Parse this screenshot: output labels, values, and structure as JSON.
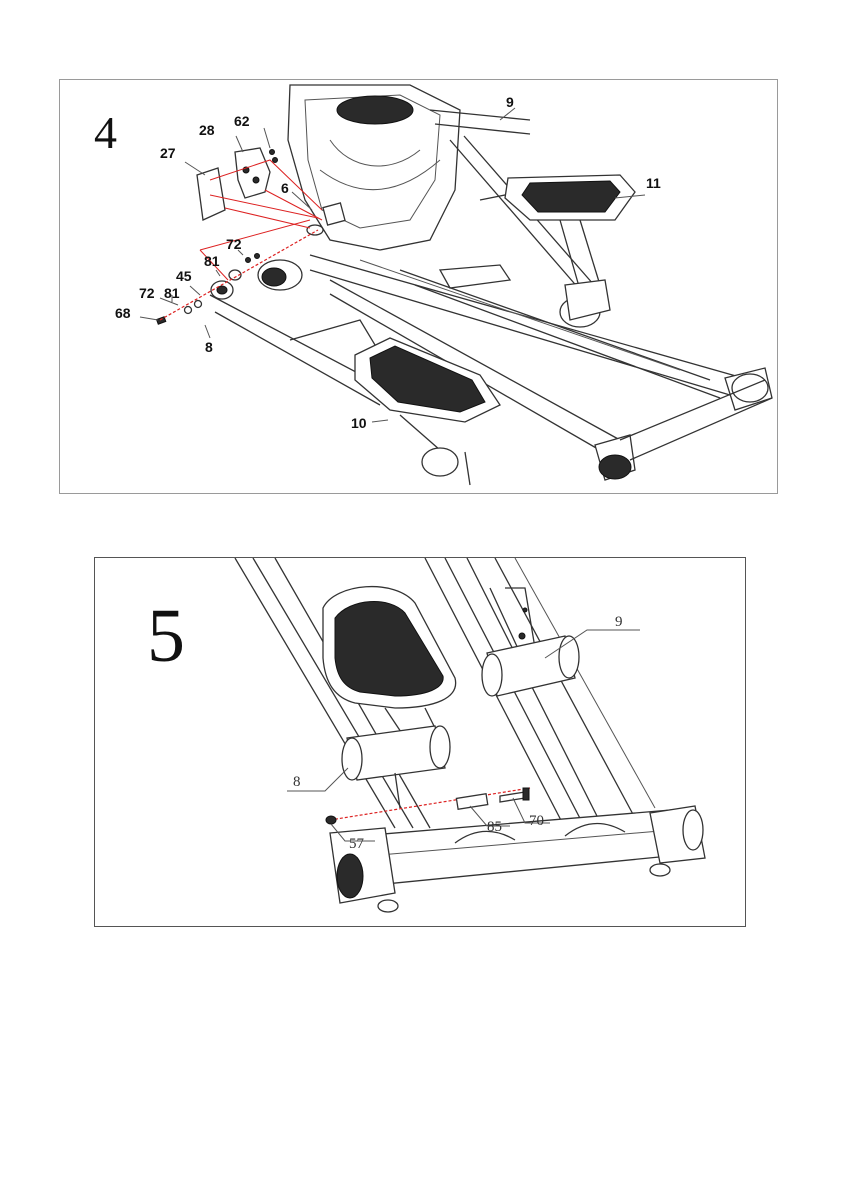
{
  "panel4": {
    "step": "4",
    "labels": {
      "p9": "9",
      "p11": "11",
      "p28": "28",
      "p62": "62",
      "p27": "27",
      "p6": "6",
      "p72a": "72",
      "p81a": "81",
      "p45": "45",
      "p72b": "72",
      "p81b": "81",
      "p68": "68",
      "p8": "8",
      "p10": "10"
    }
  },
  "panel5": {
    "step": "5",
    "labels": {
      "p9": "9",
      "p8": "8",
      "p85": "85",
      "p70": "70",
      "p57": "57"
    }
  },
  "colors": {
    "border": "#9a9a9a",
    "assembly_line": "#dd2222",
    "ink": "#333333"
  }
}
